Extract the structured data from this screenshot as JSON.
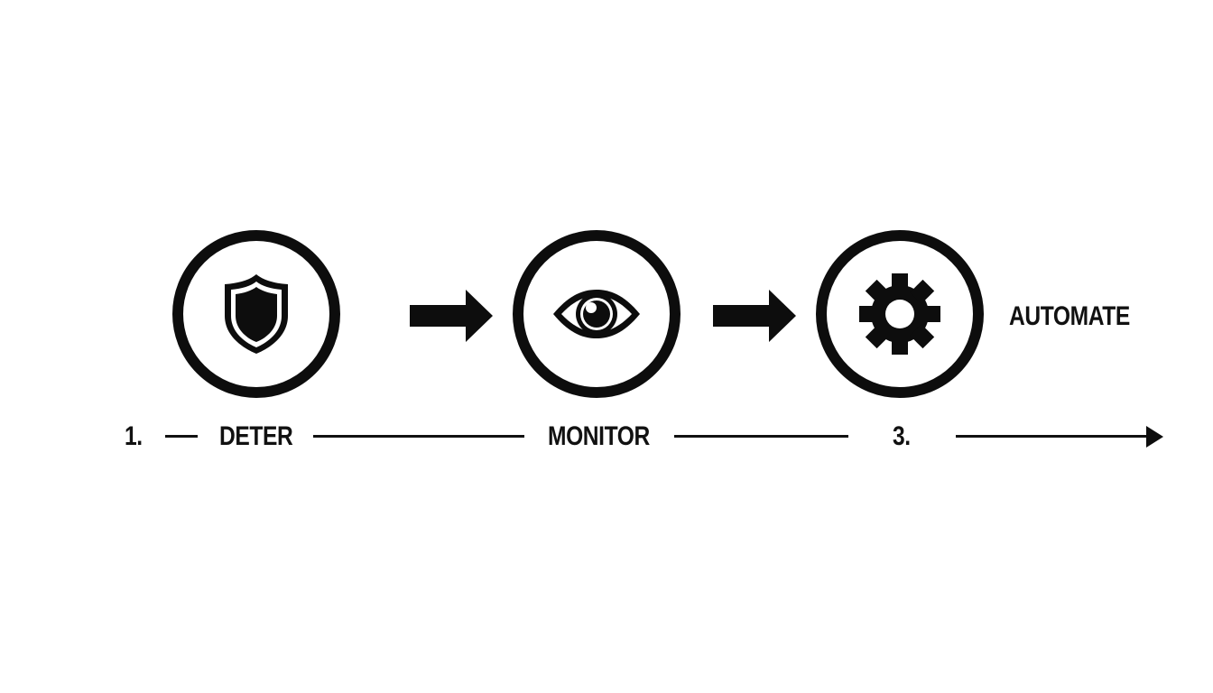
{
  "diagram": {
    "steps": [
      {
        "icon": "shield-icon",
        "label": "DETER",
        "number": "1."
      },
      {
        "icon": "eye-icon",
        "label": "MONITOR",
        "number": ""
      },
      {
        "icon": "gear-icon",
        "label": "AUTOMATE",
        "number": "3."
      }
    ],
    "side_label": "AUTOMATE",
    "timeline": {
      "number_1": "1.",
      "label_1": "DETER",
      "label_2": "MONITOR",
      "number_3": "3."
    },
    "colors": {
      "ink": "#0d0d0d",
      "background": "#ffffff"
    }
  }
}
